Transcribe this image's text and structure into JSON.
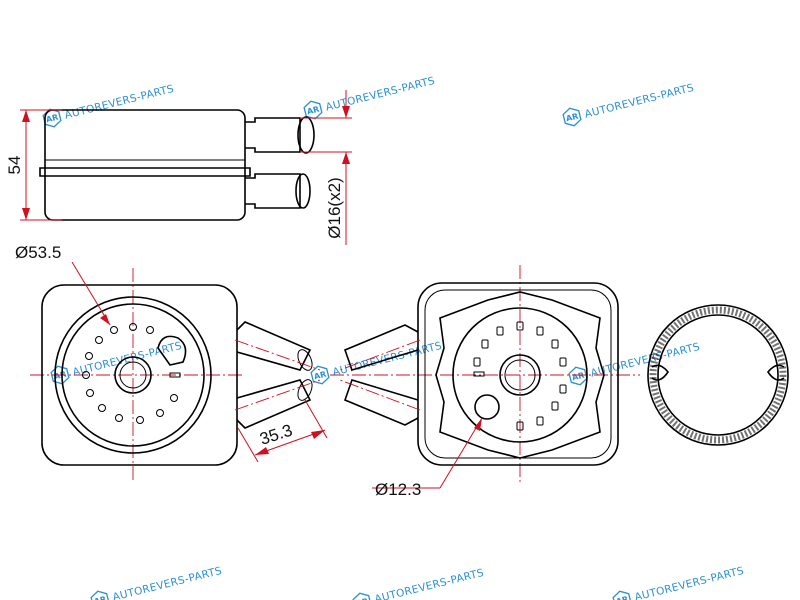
{
  "watermark": {
    "logo_text": "AR",
    "text": "AUTOREVERS-PARTS"
  },
  "dimensions": {
    "height": "54",
    "pipe_diameter": "Ø16(x2)",
    "body_diameter": "Ø53.5",
    "pipe_spacing": "35.3",
    "hole_diameter": "Ø12.3"
  },
  "colors": {
    "dimension_lines": "#d01020",
    "watermark": "#2a8fd6",
    "outline": "#000000"
  }
}
